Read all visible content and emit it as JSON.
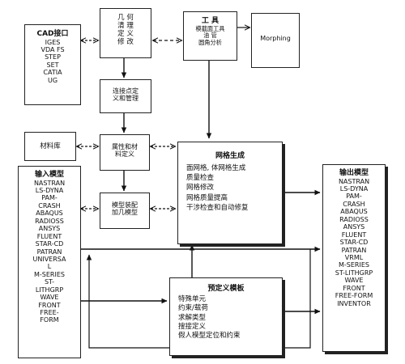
{
  "cad_box": {
    "title": "CAD接口",
    "items": [
      "IGES",
      "VDA FS",
      "STEP",
      "SET",
      "CATIA",
      "UG"
    ]
  },
  "geometry_box": {
    "lines": [
      "几  何",
      "清  理",
      "定  义",
      "修  改"
    ]
  },
  "tools_box": {
    "title": "工  具",
    "lines": [
      "模截面工具",
      "油  管",
      "圆角分析"
    ]
  },
  "morphing_box": {
    "label": "Morphing"
  },
  "connection_box": {
    "lines": [
      "连接点定",
      "义和管理"
    ]
  },
  "materials_box": {
    "label": "材料库"
  },
  "property_box": {
    "lines": [
      "属性和材",
      "料定义"
    ]
  },
  "input_box": {
    "title": "输入模型",
    "items": [
      "NASTRAN",
      "LS-DYNA",
      "PAM-",
      "CRASH",
      "ABAQUS",
      "RADIOSS",
      "ANSYS",
      "FLUENT",
      "STAR-CD",
      "PATRAN",
      "UNIVERSA",
      "L",
      "M-SERIES",
      "ST-",
      "LITHGRP",
      "WAVE",
      "FRONT",
      "FREE-",
      "FORM"
    ]
  },
  "assembly_box": {
    "lines": [
      "模型装配",
      "加几模型"
    ]
  },
  "mesh_box": {
    "title": "网格生成",
    "lines": [
      "面网格, 体网格生成",
      "质量检查",
      "网格修改",
      "网格质量提高",
      "干涉检查和自动修复"
    ]
  },
  "template_box": {
    "title": "预定义模板",
    "lines": [
      "特殊单元",
      "约束/载荷",
      "求解类型",
      "搜接定义",
      "假人模型定位和约束"
    ]
  },
  "output_box": {
    "title": "输出模型",
    "items": [
      "NASTRAN",
      "LS-DYNA",
      "PAM-",
      "CRASH",
      "ABAQUS",
      "RADIOSS",
      "ANSYS",
      "FLUENT",
      "STAR-CD",
      "PATRAN",
      "VRML",
      "M-SERIES",
      "ST-LITHGRP",
      "WAVE",
      "FRONT",
      "FREE-FORM",
      "INVENTOR"
    ]
  }
}
